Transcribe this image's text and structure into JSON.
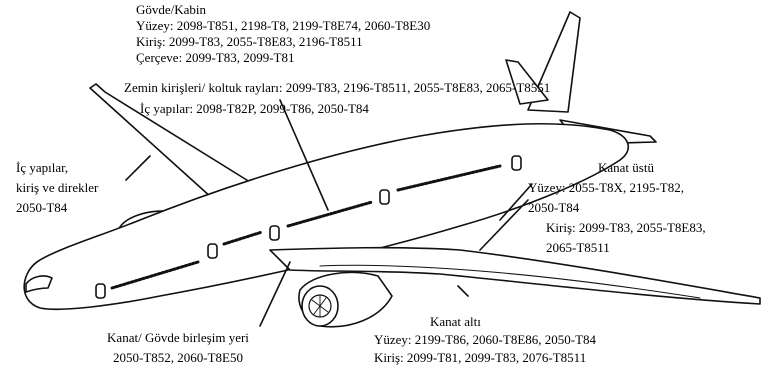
{
  "labels": {
    "fuselage": {
      "title": "Gövde/Kabin",
      "lines": [
        "Yüzey: 2098-T851, 2198-T8, 2199-T8E74, 2060-T8E30",
        "Kiriş: 2099-T83, 2055-T8E83, 2196-T8511",
        "Çerçeve: 2099-T83, 2099-T81"
      ]
    },
    "floor_beams": "Zemin kirişleri/ koltuk rayları: 2099-T83, 2196-T8511, 2055-T8E83, 2065-T8551",
    "internal_structures": "İç yapılar: 2098-T82P, 2099-T86, 2050-T84",
    "internal_left": {
      "lines": [
        "İç yapılar,",
        "kiriş ve direkler",
        "2050-T84"
      ]
    },
    "upper_wing": {
      "title": "Kanat üstü",
      "lines": [
        "Yüzey: 2055-T8X, 2195-T82,",
        "2050-T84",
        "Kiriş: 2099-T83, 2055-T8E83,",
        "2065-T8511"
      ]
    },
    "wing_body_joint": {
      "lines": [
        "Kanat/ Gövde birleşim yeri",
        "2050-T852, 2060-T8E50"
      ]
    },
    "lower_wing": {
      "title": "Kanat altı",
      "lines": [
        "Yüzey: 2199-T86, 2060-T8E86, 2050-T84",
        "Kiriş: 2099-T81, 2099-T83, 2076-T8511"
      ]
    }
  }
}
